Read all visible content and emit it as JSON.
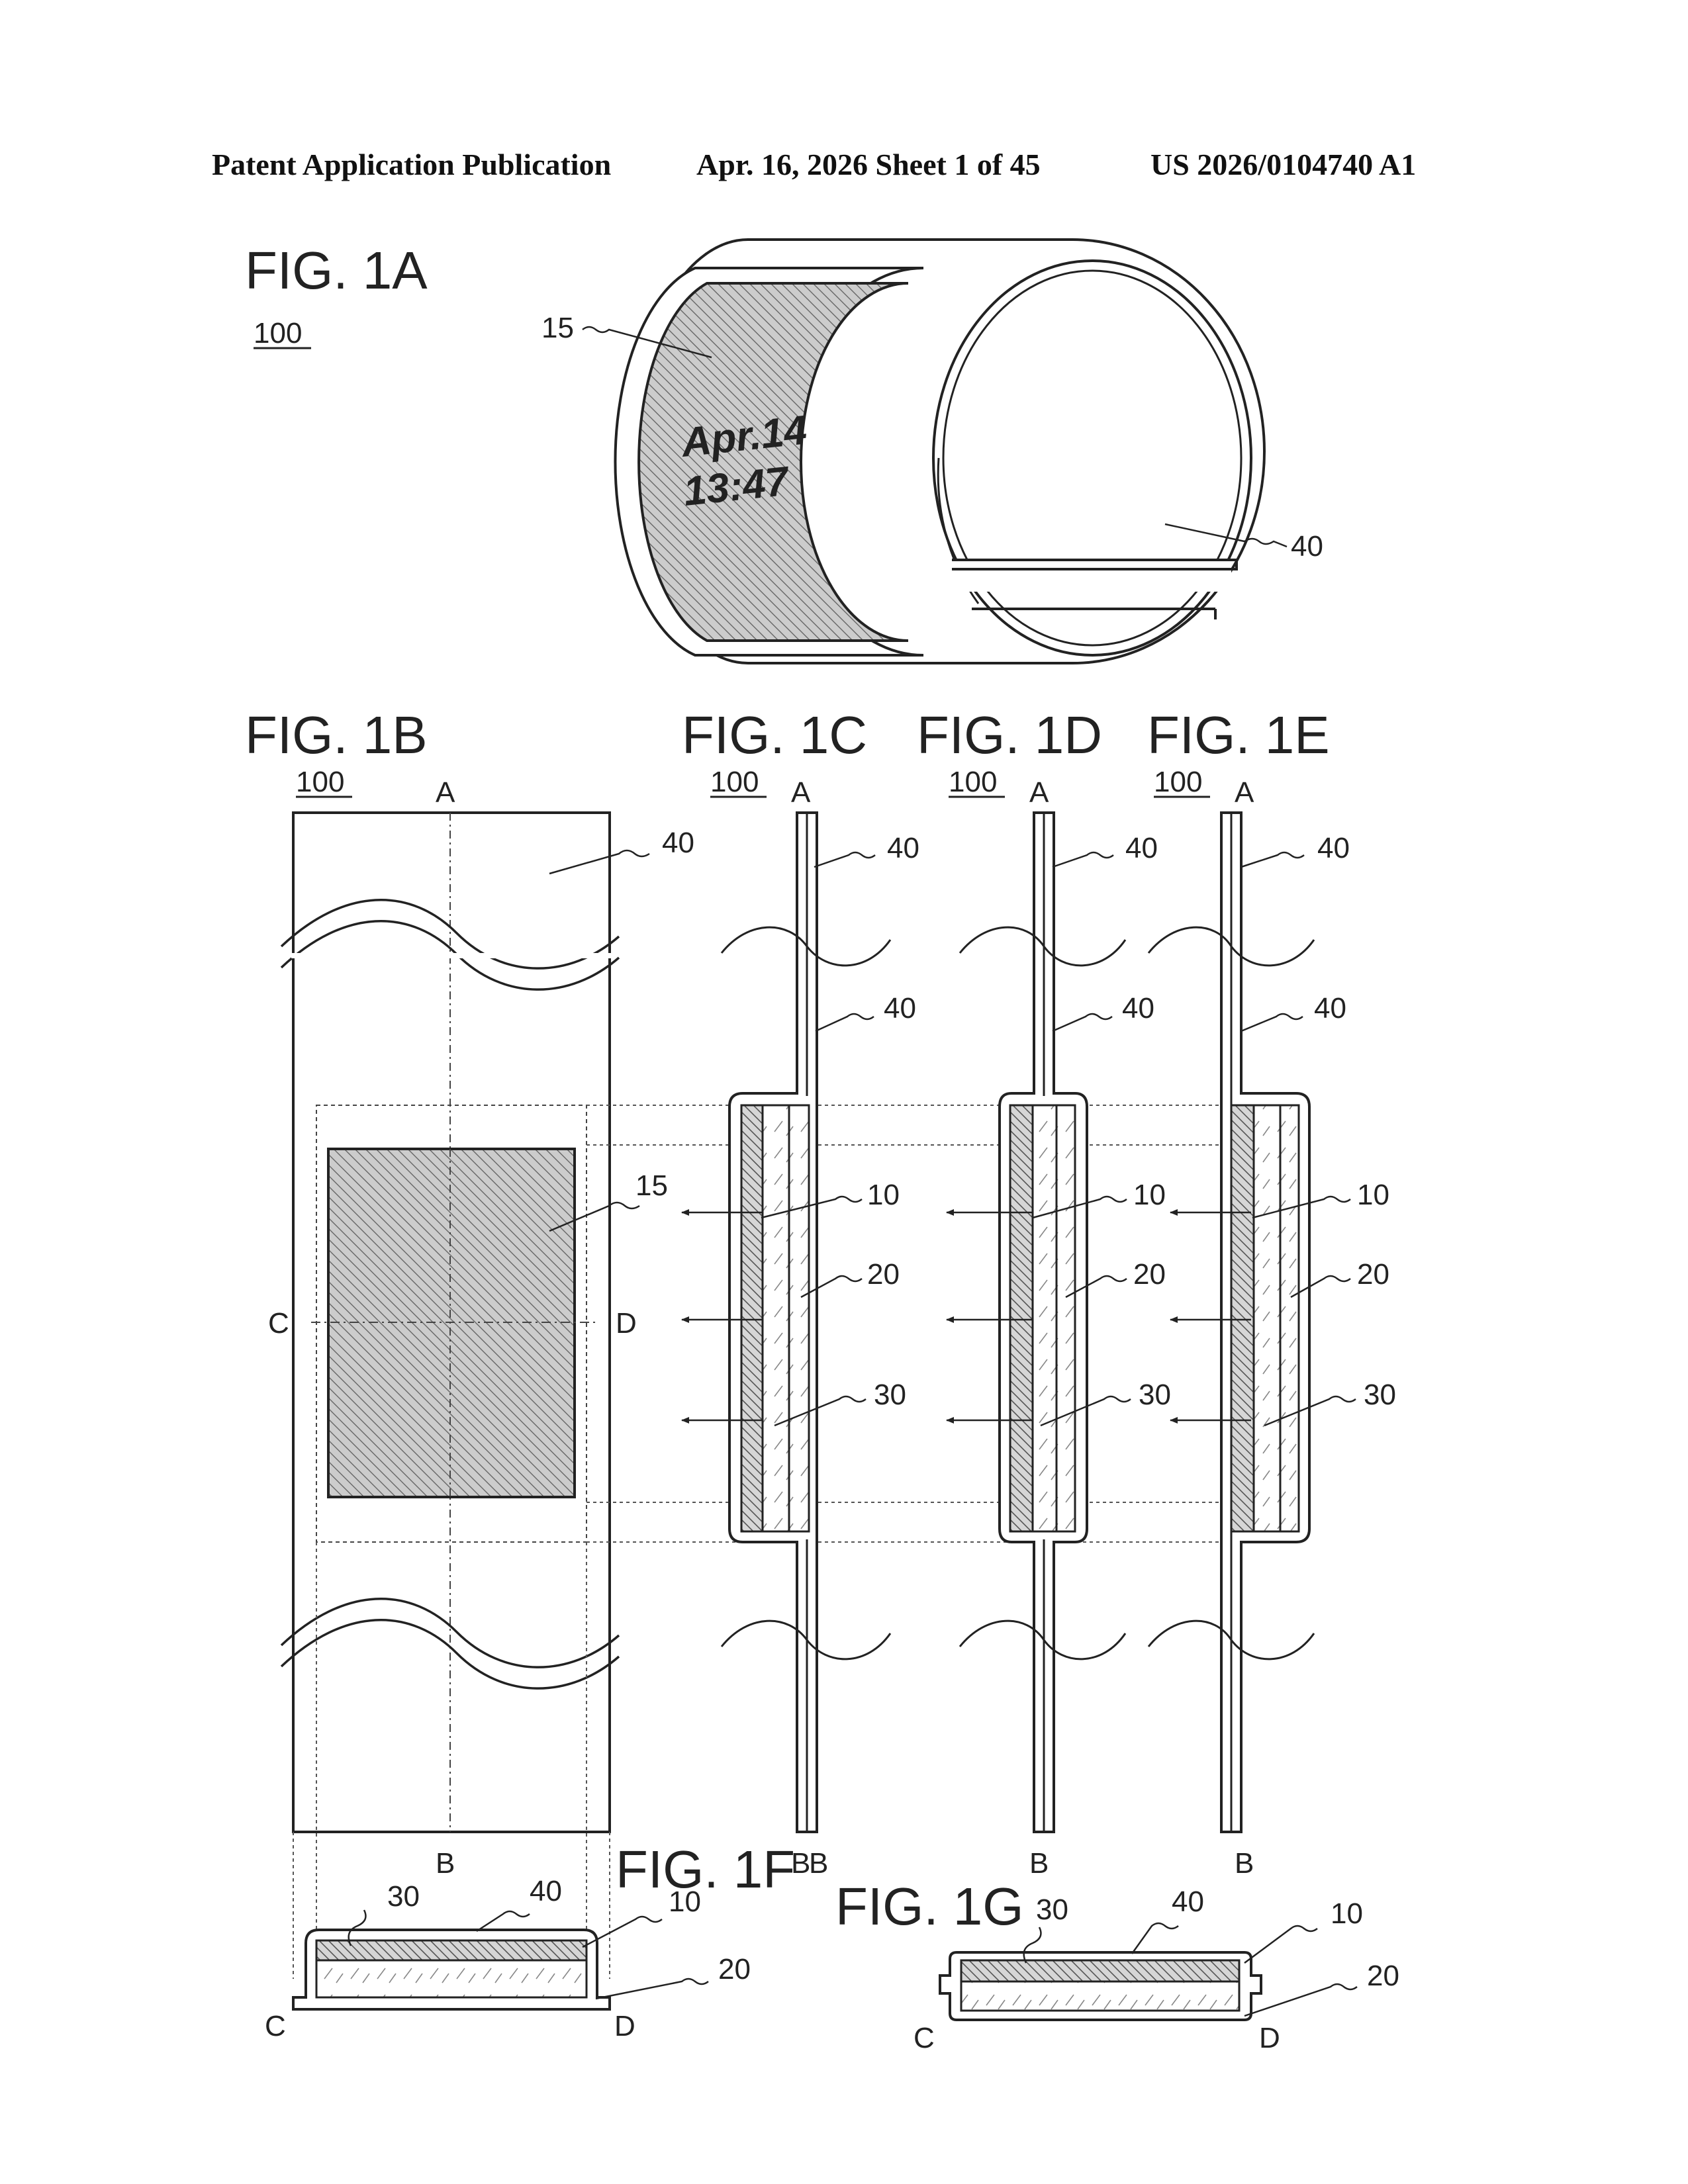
{
  "header": {
    "left": "Patent Application Publication",
    "center": "Apr. 16, 2026  Sheet 1 of 45",
    "right": "US 2026/0104740 A1"
  },
  "figures": {
    "fig1a": "FIG. 1A",
    "fig1b": "FIG. 1B",
    "fig1c": "FIG. 1C",
    "fig1d": "FIG. 1D",
    "fig1e": "FIG. 1E",
    "fig1f": "FIG. 1F",
    "fig1g": "FIG. 1G"
  },
  "display_text": {
    "line1": "Apr.14",
    "line2": "13:47"
  },
  "refs": {
    "device": "100",
    "display": "15",
    "layer10": "10",
    "layer20": "20",
    "layer30": "30",
    "layer40": "40"
  },
  "section_letters": {
    "a": "A",
    "b": "B",
    "c": "C",
    "d": "D"
  }
}
